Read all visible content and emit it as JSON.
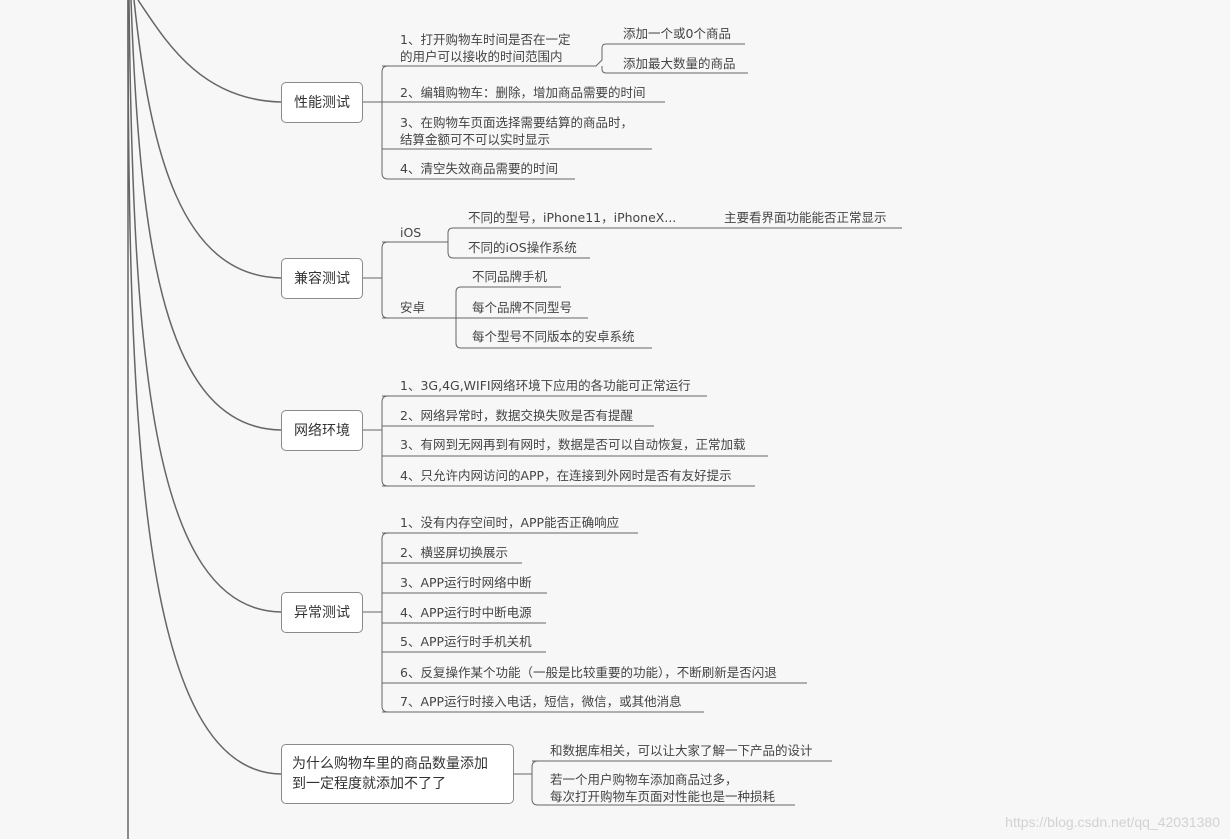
{
  "mindmap": {
    "line_color": "#666666",
    "branches": [
      {
        "label": "性能测试",
        "items": [
          {
            "text": "1、打开购物车时间是否在一定\n的用户可以接收的时间范围内",
            "children": [
              "添加一个或0个商品",
              "添加最大数量的商品"
            ]
          },
          {
            "text": "2、编辑购物车：删除，增加商品需要的时间"
          },
          {
            "text": "3、在购物车页面选择需要结算的商品时，\n结算金额可不可以实时显示"
          },
          {
            "text": "4、清空失效商品需要的时间"
          }
        ]
      },
      {
        "label": "兼容测试",
        "groups": [
          {
            "label": "iOS",
            "items": [
              {
                "text": "不同的型号，iPhone11，iPhoneX...",
                "note": "主要看界面功能能否正常显示"
              },
              {
                "text": "不同的iOS操作系统"
              }
            ]
          },
          {
            "label": "安卓",
            "items": [
              {
                "text": "不同品牌手机"
              },
              {
                "text": "每个品牌不同型号"
              },
              {
                "text": "每个型号不同版本的安卓系统"
              }
            ]
          }
        ]
      },
      {
        "label": "网络环境",
        "items": [
          {
            "text": "1、3G,4G,WIFI网络环境下应用的各功能可正常运行"
          },
          {
            "text": "2、网络异常时，数据交换失败是否有提醒"
          },
          {
            "text": "3、有网到无网再到有网时，数据是否可以自动恢复，正常加载"
          },
          {
            "text": "4、只允许内网访问的APP，在连接到外网时是否有友好提示"
          }
        ]
      },
      {
        "label": "异常测试",
        "items": [
          {
            "text": "1、没有内存空间时，APP能否正确响应"
          },
          {
            "text": "2、横竖屏切换展示"
          },
          {
            "text": "3、APP运行时网络中断"
          },
          {
            "text": "4、APP运行时中断电源"
          },
          {
            "text": "5、APP运行时手机关机"
          },
          {
            "text": "6、反复操作某个功能（一般是比较重要的功能），不断刷新是否闪退"
          },
          {
            "text": "7、APP运行时接入电话，短信，微信，或其他消息"
          }
        ]
      },
      {
        "label": "为什么购物车里的商品数量添加\n到一定程度就添加不了了",
        "items": [
          {
            "text": "和数据库相关，可以让大家了解一下产品的设计"
          },
          {
            "text": "若一个用户购物车添加商品过多，\n每次打开购物车页面对性能也是一种损耗"
          }
        ]
      }
    ]
  },
  "watermark": "https://blog.csdn.net/qq_42031380"
}
